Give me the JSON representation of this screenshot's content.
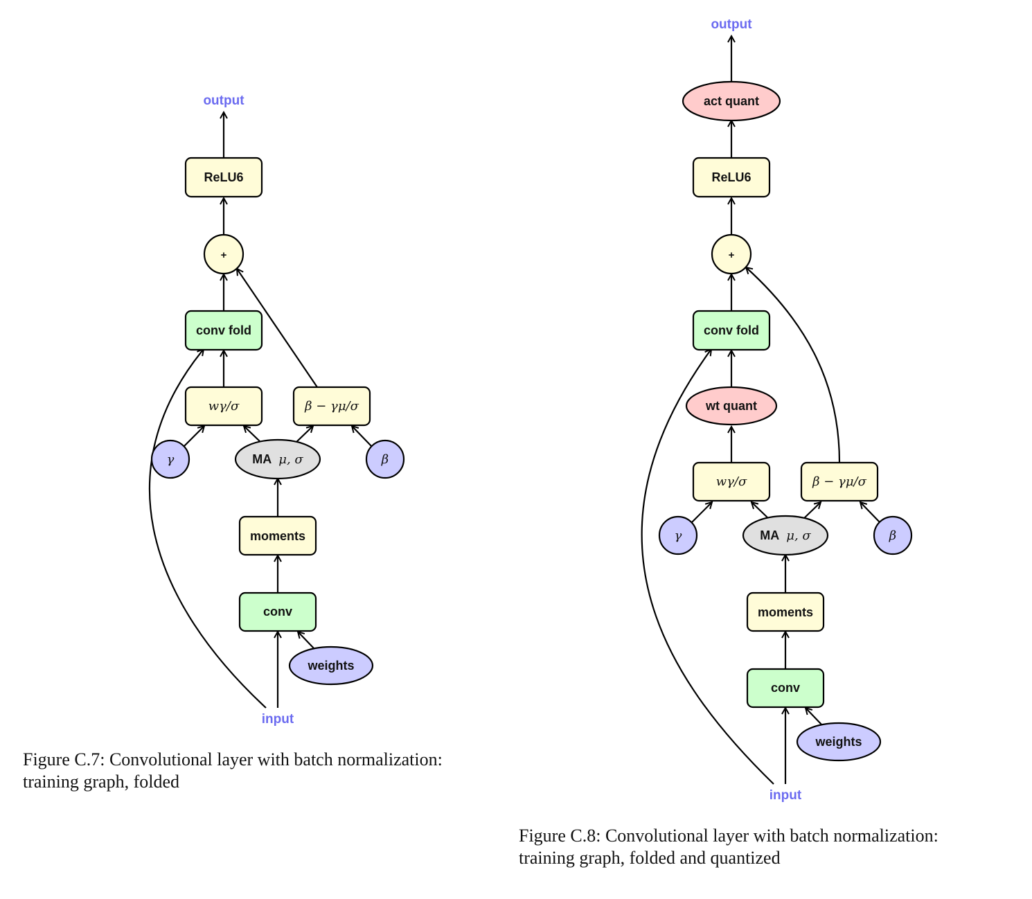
{
  "colors": {
    "yellow": "#fffcd8",
    "green": "#ccffcc",
    "blue": "#ccccff",
    "gray": "#e0e0e0",
    "red": "#ffcccc",
    "io": "#6b6bf0"
  },
  "figures": [
    {
      "id": "c7",
      "caption_line1": "Figure C.7:  Convolutional layer with batch normalization:",
      "caption_line2": "training graph, folded",
      "nodes": {
        "output": "output",
        "relu": "ReLU6",
        "plus": "+",
        "convfold": "conv fold",
        "wgs": "wγ/σ",
        "bgms": "β − γμ/σ",
        "gamma": "γ",
        "ma_bold": "MA",
        "ma_math": "μ, σ",
        "beta": "β",
        "moments": "moments",
        "conv": "conv",
        "weights": "weights",
        "input": "input"
      }
    },
    {
      "id": "c8",
      "caption_line1": "Figure C.8:  Convolutional layer with batch normalization:",
      "caption_line2": "training graph, folded and quantized",
      "nodes": {
        "output": "output",
        "actquant": "act quant",
        "relu": "ReLU6",
        "plus": "+",
        "convfold": "conv fold",
        "wtquant": "wt quant",
        "wgs": "wγ/σ",
        "bgms": "β − γμ/σ",
        "gamma": "γ",
        "ma_bold": "MA",
        "ma_math": "μ, σ",
        "beta": "β",
        "moments": "moments",
        "conv": "conv",
        "weights": "weights",
        "input": "input"
      }
    }
  ]
}
